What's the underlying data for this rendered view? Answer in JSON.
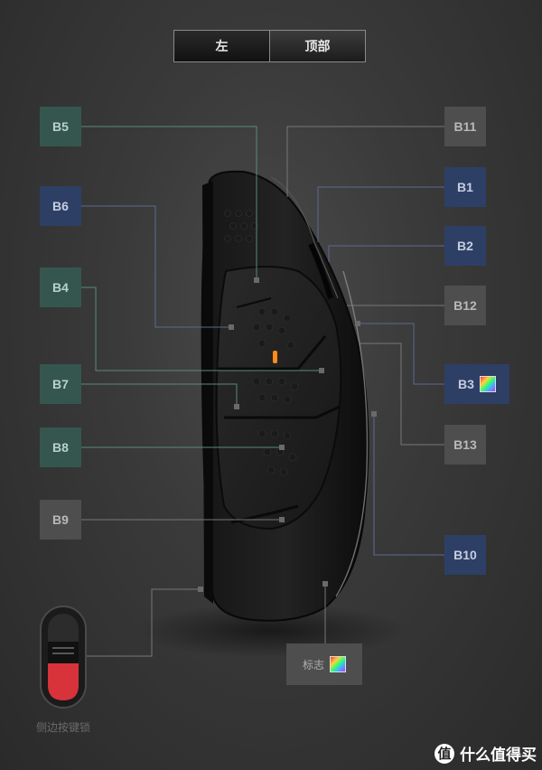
{
  "tabs": [
    {
      "label": "左",
      "active": true
    },
    {
      "label": "顶部",
      "active": false
    }
  ],
  "buttons": {
    "B5": "B5",
    "B6": "B6",
    "B4": "B4",
    "B7": "B7",
    "B8": "B8",
    "B9": "B9",
    "B11": "B11",
    "B1": "B1",
    "B2": "B2",
    "B12": "B12",
    "B3": "B3",
    "B13": "B13",
    "B10": "B10"
  },
  "lock_caption": "侧边按键锁",
  "calibration_label": "标志",
  "watermark": {
    "glyph": "值",
    "text": "什么值得买"
  },
  "colors": {
    "teal_button": "#35564f",
    "blue_button": "#2e3f66",
    "grey_button": "#4e4e4e",
    "lock_red": "#d8323a"
  }
}
